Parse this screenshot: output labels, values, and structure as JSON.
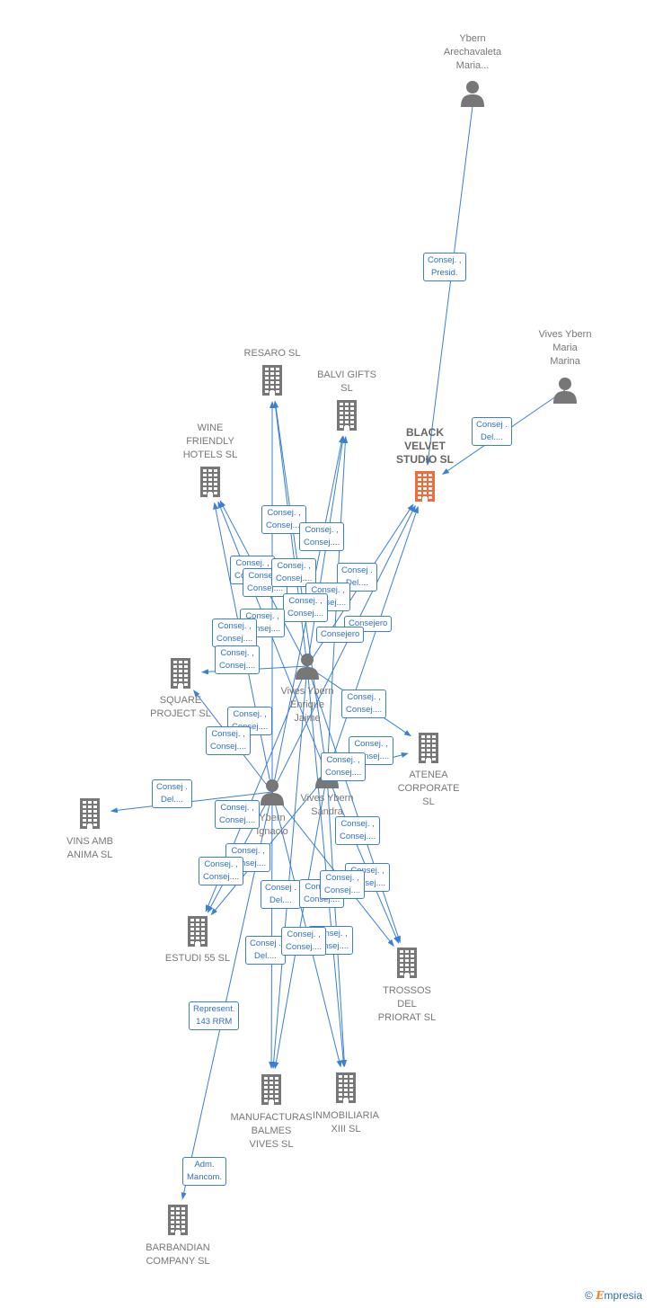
{
  "people": [
    {
      "id": "p1",
      "label": [
        "Ybern",
        "Arechavaleta",
        "Maria..."
      ]
    },
    {
      "id": "p2",
      "label": [
        "Vives Ybern",
        "Maria",
        "Marina"
      ]
    },
    {
      "id": "p3",
      "label": [
        "Vives Ybern",
        "Enrique",
        "Jaime"
      ]
    },
    {
      "id": "p4",
      "label": [
        "Vives Ybern",
        "Sandra"
      ]
    },
    {
      "id": "p5",
      "label": [
        "Ybern",
        "Ignacio"
      ]
    }
  ],
  "companies": [
    {
      "id": "c1",
      "label": [
        "BLACK",
        "VELVET",
        "STUDIO  SL"
      ],
      "main": true
    },
    {
      "id": "c2",
      "label": [
        "RESARO SL"
      ]
    },
    {
      "id": "c3",
      "label": [
        "BALVI GIFTS",
        "SL"
      ]
    },
    {
      "id": "c4",
      "label": [
        "WINE",
        "FRIENDLY",
        "HOTELS SL"
      ]
    },
    {
      "id": "c5",
      "label": [
        "SQUARE",
        "PROJECT SL"
      ]
    },
    {
      "id": "c6",
      "label": [
        "ATENEA",
        "CORPORATE",
        "SL"
      ]
    },
    {
      "id": "c7",
      "label": [
        "VINS AMB",
        "ANIMA  SL"
      ]
    },
    {
      "id": "c8",
      "label": [
        "ESTUDI 55 SL"
      ]
    },
    {
      "id": "c9",
      "label": [
        "TROSSOS",
        "DEL",
        "PRIORAT SL"
      ]
    },
    {
      "id": "c10",
      "label": [
        "MANUFACTURAS",
        "BALMES",
        "VIVES SL"
      ]
    },
    {
      "id": "c11",
      "label": [
        "INMOBILIARIA",
        "XIII SL"
      ]
    },
    {
      "id": "c12",
      "label": [
        "BARBANDIAN",
        "COMPANY SL"
      ]
    }
  ],
  "roles": [
    [
      "Consej. ,",
      "Presid."
    ],
    [
      "Consej .",
      "Del...."
    ],
    [
      "Consej. ,",
      "Consej...."
    ],
    [
      "Consej. ,",
      "Consej...."
    ],
    [
      "Consej. ,",
      "Consej...."
    ],
    [
      "Consej. ,",
      "Consej...."
    ],
    [
      "Consej .",
      "Del...."
    ],
    [
      "Consej. ,",
      "Consej...."
    ],
    [
      "Consej. ,",
      "Consej...."
    ],
    [
      "Consej. ,",
      "Consej...."
    ],
    [
      "Consejero"
    ],
    [
      "Consejero"
    ],
    [
      "Consej. ,",
      "Consej...."
    ],
    [
      "Consej. ,",
      "Consej...."
    ],
    [
      "Consej. ,",
      "Consej...."
    ],
    [
      "Consej. ,",
      "Consej...."
    ],
    [
      "Consej. ,",
      "Consej...."
    ],
    [
      "Consej. ,",
      "Consej...."
    ],
    [
      "Consej. ,",
      "Consej...."
    ],
    [
      "Consej. ,",
      "Consej...."
    ],
    [
      "Consej .",
      "Del...."
    ],
    [
      "Consej. ,",
      "Consej...."
    ],
    [
      "Consej. ,",
      "Consej...."
    ],
    [
      "Consej. ,",
      "Consej...."
    ],
    [
      "Consej. ,",
      "Consej...."
    ],
    [
      "Consej. ,",
      "Consej...."
    ],
    [
      "Consej .",
      "Del...."
    ],
    [
      "Consej. ,",
      "Consej...."
    ],
    [
      "Consej. ,",
      "Consej...."
    ],
    [
      "Consej .",
      "Del...."
    ],
    [
      "Consej. ,",
      "Consej...."
    ],
    [
      "Consej. ,",
      "Consej...."
    ],
    [
      "Represent.",
      "143 RRM"
    ],
    [
      "Adm.",
      "Mancom."
    ]
  ],
  "brand": {
    "copyright": "©",
    "name": "mpresia",
    "initial": "E"
  },
  "colors": {
    "link": "#3a7fd5",
    "node": "#777777",
    "main": "#f26b3a"
  }
}
